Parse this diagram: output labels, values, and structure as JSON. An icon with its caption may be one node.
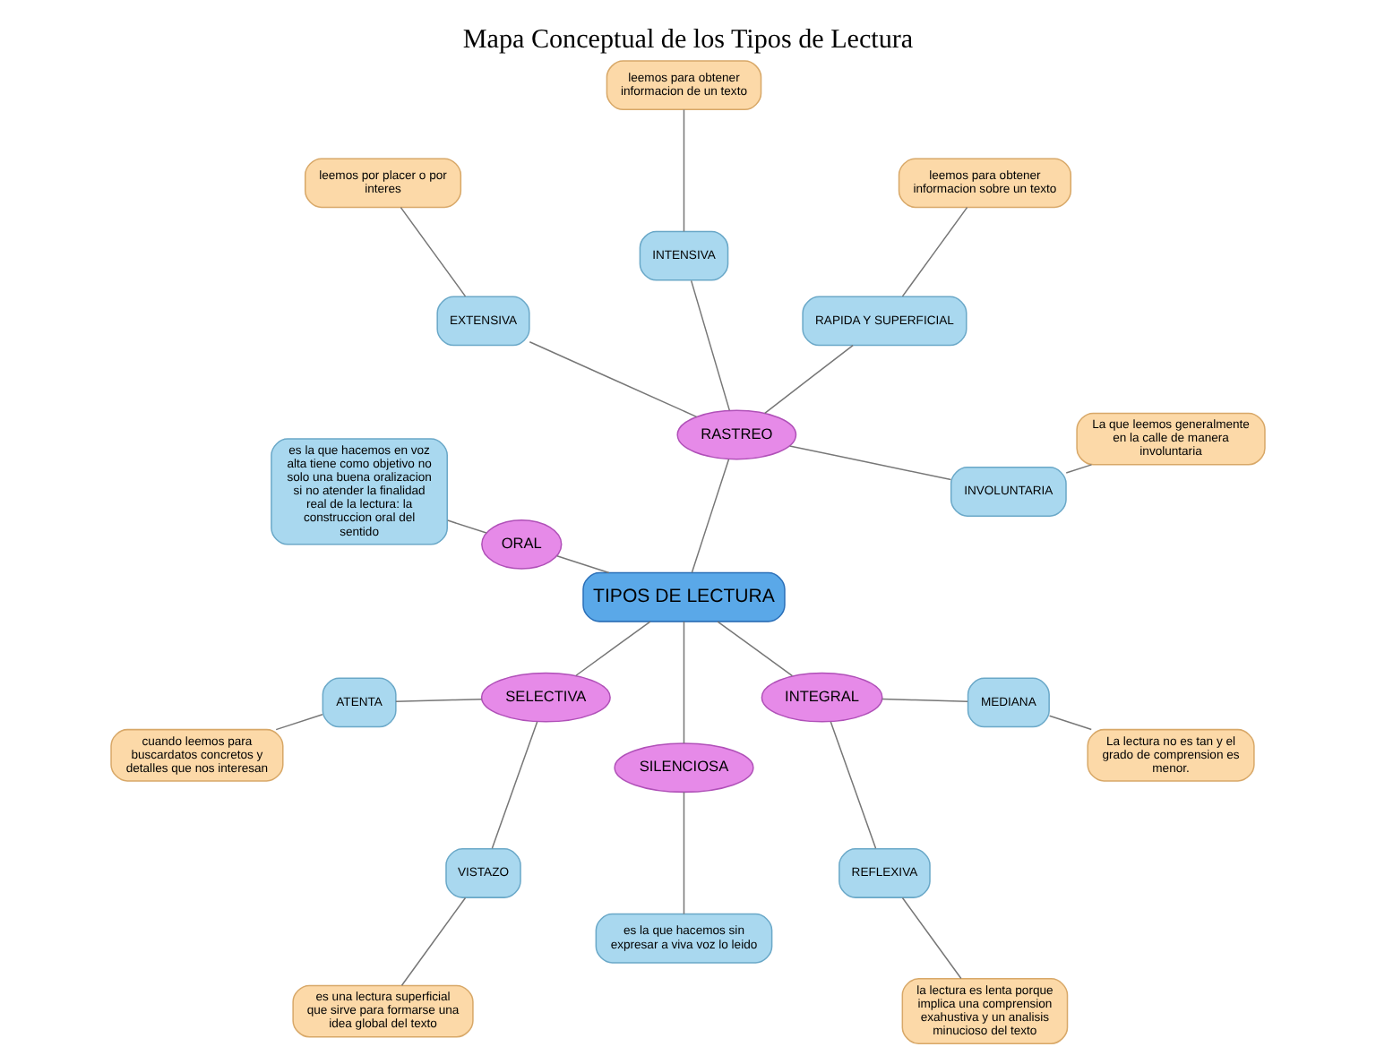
{
  "diagram": {
    "title": "Mapa Conceptual de los Tipos de Lectura",
    "nodes": [
      {
        "text": [
          "TIPOS DE LECTURA"
        ]
      },
      {
        "text": [
          "RASTREO"
        ]
      },
      {
        "text": [
          "INVOLUNTARIA"
        ]
      },
      {
        "text": [
          "La que leemos generalmente en la calle de manera involuntaria"
        ]
      },
      {
        "text": [
          "RAPIDA Y SUPERFICIAL"
        ]
      },
      {
        "text": [
          "leemos para obtener informacion sobre un texto"
        ]
      },
      {
        "text": [
          "INTENSIVA"
        ]
      },
      {
        "text": [
          "leemos para obtener informacion de un texto"
        ]
      },
      {
        "text": [
          "EXTENSIVA"
        ]
      },
      {
        "text": [
          "leemos por placer o por interes"
        ]
      },
      {
        "text": [
          "ORAL"
        ]
      },
      {
        "text": [
          "es la que hacemos en voz alta tiene como objetivo no solo una buena oralizacion si no atender la finalidad real de la lectura: la construccion oral del sentido"
        ]
      },
      {
        "text": [
          "SELECTIVA"
        ]
      },
      {
        "text": [
          "ATENTA"
        ]
      },
      {
        "text": [
          "cuando leemos para buscardatos concretos y detalles que nos interesan"
        ]
      },
      {
        "text": [
          "VISTAZO"
        ]
      },
      {
        "text": [
          "es una lectura superficial que sirve para formarse una idea global del texto"
        ]
      },
      {
        "text": [
          "SILENCIOSA"
        ]
      },
      {
        "text": [
          "es la que hacemos sin expresar a viva voz lo leido"
        ]
      },
      {
        "text": [
          "INTEGRAL"
        ]
      },
      {
        "text": [
          "REFLEXIVA"
        ]
      },
      {
        "text": [
          "la lectura es lenta porque implica una comprension exahustiva y un analisis minucioso del texto"
        ]
      },
      {
        "text": [
          "MEDIANA"
        ]
      },
      {
        "text": [
          "La lectura no es tan y el grado de comprension es menor."
        ]
      }
    ],
    "edges": [
      {
        "from": 0,
        "to": 1,
        "arrow": "none"
      },
      {
        "from": 1,
        "to": 2,
        "arrow": "none"
      },
      {
        "from": 2,
        "to": 3,
        "arrow": "none"
      },
      {
        "from": 1,
        "to": 4,
        "arrow": "none"
      },
      {
        "from": 4,
        "to": 5,
        "arrow": "none"
      },
      {
        "from": 1,
        "to": 6,
        "arrow": "none"
      },
      {
        "from": 6,
        "to": 7,
        "arrow": "none"
      },
      {
        "from": 1,
        "to": 8,
        "arrow": "none"
      },
      {
        "from": 8,
        "to": 9,
        "arrow": "none"
      },
      {
        "from": 0,
        "to": 10,
        "arrow": "none"
      },
      {
        "from": 10,
        "to": 11,
        "arrow": "none"
      },
      {
        "from": 0,
        "to": 12,
        "arrow": "none"
      },
      {
        "from": 12,
        "to": 13,
        "arrow": "none"
      },
      {
        "from": 13,
        "to": 14,
        "arrow": "none"
      },
      {
        "from": 12,
        "to": 15,
        "arrow": "none"
      },
      {
        "from": 15,
        "to": 16,
        "arrow": "none"
      },
      {
        "from": 0,
        "to": 17,
        "arrow": "none"
      },
      {
        "from": 17,
        "to": 18,
        "arrow": "none"
      },
      {
        "from": 0,
        "to": 19,
        "arrow": "none"
      },
      {
        "from": 19,
        "to": 20,
        "arrow": "none"
      },
      {
        "from": 20,
        "to": 21,
        "arrow": "none"
      },
      {
        "from": 19,
        "to": 22,
        "arrow": "none"
      },
      {
        "from": 22,
        "to": 23,
        "arrow": "none"
      }
    ]
  }
}
